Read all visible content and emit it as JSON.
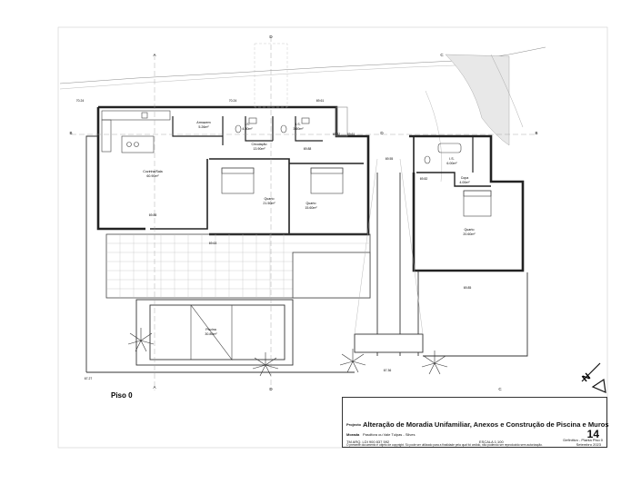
{
  "sheet": {
    "floor_label": "Piso 0",
    "section_marks": [
      "A",
      "A",
      "B",
      "C",
      "D",
      "D",
      "B",
      "C",
      "D"
    ]
  },
  "rooms": [
    {
      "name": "Cozinha/Sala",
      "area": "60.90m²"
    },
    {
      "name": "Armazem",
      "area": "5.26m²"
    },
    {
      "name": "I.S.",
      "area": "4.30m²"
    },
    {
      "name": "I.S.",
      "area": "3.60m²"
    },
    {
      "name": "Circulação",
      "area": "13.90m²"
    },
    {
      "name": "Quarto",
      "area": "21.50m²"
    },
    {
      "name": "Quarto",
      "area": "15.60m²"
    },
    {
      "name": "I.S.",
      "area": "6.00m²"
    },
    {
      "name": "Copa",
      "area": "4.00m²"
    },
    {
      "name": "Quarto",
      "area": "20.60m²"
    },
    {
      "name": "Piscina",
      "area": "30.80m²"
    }
  ],
  "levels": [
    "70.24",
    "70.24",
    "69.61",
    "69.82",
    "69.61",
    "69.55",
    "69.88",
    "69.88",
    "69.63",
    "69.82",
    "69.85",
    "67.27",
    "67.36"
  ],
  "title_block": {
    "projecto_label": "Projecto",
    "projecto_value": "Alteração de Moradia Unifamiliar, Anexos e Construção de Piscina e Muros",
    "morada_label": "Morada",
    "morada_value": "Pasdfora ou Vale Tulpas - Silves",
    "tecnico_line": "TM ARQ. LDI 900 837 592",
    "escala": "ESCALA 1:100",
    "sheet_number": "14",
    "phase": "Definitivo - Planta Piso 0",
    "date": "Setembro 2023",
    "footnote": "O presente documento é objeto de copyright. Só pode ser utilizado para a finalidade pela qual foi cedido, não podendo ser reproduzido sem autorização."
  }
}
